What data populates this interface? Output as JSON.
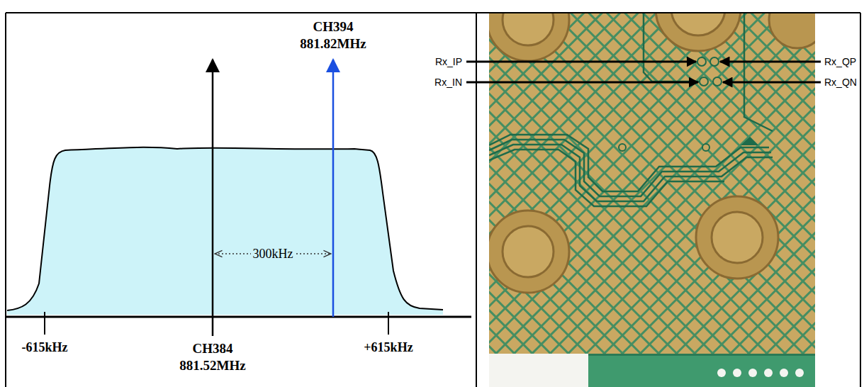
{
  "diagram": {
    "labels": [
      "CH394 881.82MHz",
      "Rx_IP",
      "Rx_QP",
      "Rx_IN",
      "Rx_QN",
      "300kHz",
      "-615kHz",
      "+615kHz",
      "CH384 881.52MHz"
    ]
  }
}
